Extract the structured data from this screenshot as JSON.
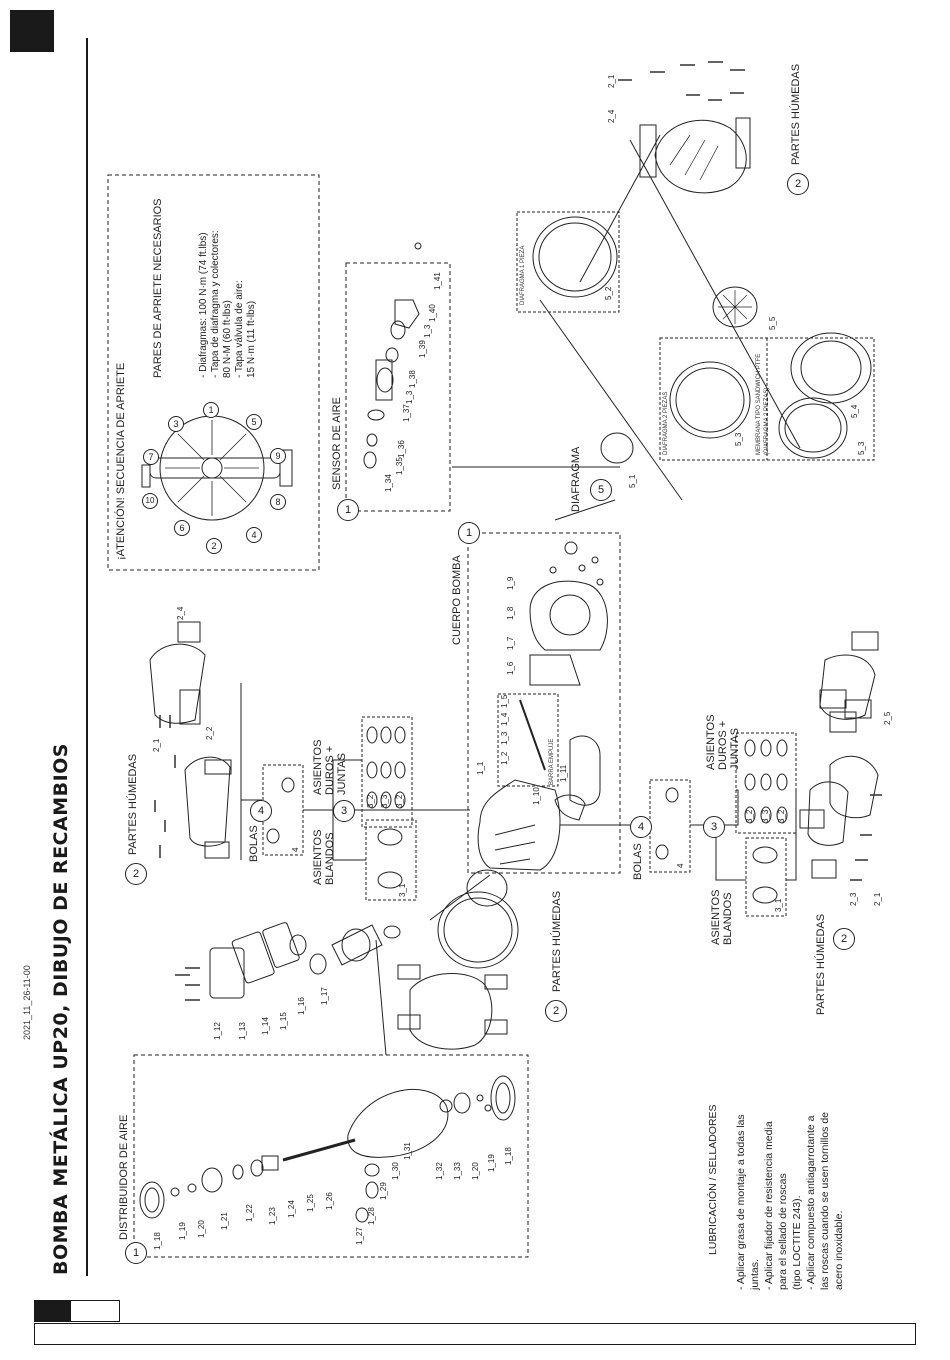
{
  "page": {
    "title": "BOMBA METÁLICA UP20, DIBUJO DE RECAMBIOS",
    "code": "2021_11_26-11-00"
  },
  "torque": {
    "heading": "¡ATENCIÓN! SECUENCIA DE APRIETE",
    "pairs_title": "PARES DE APRIETE NECESARIOS",
    "lines": [
      "-  Diafragmas: 100 N·m (74 ft.lbs)",
      "-  Tapa de diafragma y colectores:",
      "   80 N-M (60 ft-lbs)",
      "-  Tapa válvula de aire:",
      "   15 N·m (11 ft-lbs)"
    ],
    "sequence": [
      "1",
      "2",
      "3",
      "4",
      "5",
      "6",
      "7",
      "8",
      "9",
      "10"
    ]
  },
  "sections": {
    "air_distributor": "DISTRIBUIDOR DE AIRE",
    "air_sensor": "SENSOR DE AIRE",
    "pump_body": "CUERPO BOMBA",
    "diaphragm": "DIAFRAGMA",
    "wet_parts": "PARTES HÚMEDAS",
    "balls": "BOLAS",
    "hard_seats": "ASIENTOS DUROS + JUNTAS",
    "soft_seats": "ASIENTOS BLANDOS",
    "diaphragm_1pc": "DIAFRAGMA 1 PIEZA",
    "diaphragm_2pc": "DIAFRAGMA 2 PIEZAS",
    "membrane_ptfe": "MEMBRANA TIPO SANDWICH PTFE (DIAFRAGMA 2 PIEZAS)",
    "push_bar": "BARRA EMPUJE"
  },
  "callouts": {
    "one": "1",
    "two": "2",
    "three": "3",
    "four": "4",
    "five": "5"
  },
  "parts": {
    "p1_1": "1_1",
    "p1_2": "1_2",
    "p1_3": "1_3",
    "p1_4": "1_4",
    "p1_5": "1_5",
    "p1_6": "1_6",
    "p1_7": "1_7",
    "p1_8": "1_8",
    "p1_9": "1_9",
    "p1_10": "1_10",
    "p1_11": "1_11",
    "p1_12": "1_12",
    "p1_13": "1_13",
    "p1_14": "1_14",
    "p1_15": "1_15",
    "p1_16": "1_16",
    "p1_17": "1_17",
    "p1_18": "1_18",
    "p1_19": "1_19",
    "p1_20": "1_20",
    "p1_21": "1_21",
    "p1_22": "1_22",
    "p1_23": "1_23",
    "p1_24": "1_24",
    "p1_25": "1_25",
    "p1_26": "1_26",
    "p1_27": "1_27",
    "p1_28": "1_28",
    "p1_29": "1_29",
    "p1_30": "1_30",
    "p1_31": "1_31",
    "p1_32": "1_32",
    "p1_33": "1_33",
    "p1_34": "1_34",
    "p1_35": "1_35",
    "p1_36": "1_36",
    "p1_37": "1_37",
    "p1_38": "1_38",
    "p1_39": "1_39",
    "p1_40": "1_40",
    "p1_41": "1_41",
    "p2_1": "2_1",
    "p2_2": "2_2",
    "p2_3": "2_3",
    "p2_4": "2_4",
    "p2_5": "2_5",
    "p3_1": "3_1",
    "p3_2": "3_2",
    "p3_3": "3_3",
    "p4": "4",
    "p5_1": "5_1",
    "p5_2": "5_2",
    "p5_3": "5_3",
    "p5_4": "5_4",
    "p5_5": "5_5"
  },
  "lubrication": {
    "heading": "LUBRICACIÓN / SELLADORES",
    "lines": [
      "-  Aplicar grasa de montaje a todas las",
      "   juntas.",
      "-  Aplicar fijador de resistencia media",
      "   para el sellado de roscas",
      "   (tipo LOCTITE 243).",
      "-  Aplicar compuesto antiagarrotante a",
      "   las roscas cuando se usen tornillos de",
      "   acero inoxidable."
    ]
  }
}
